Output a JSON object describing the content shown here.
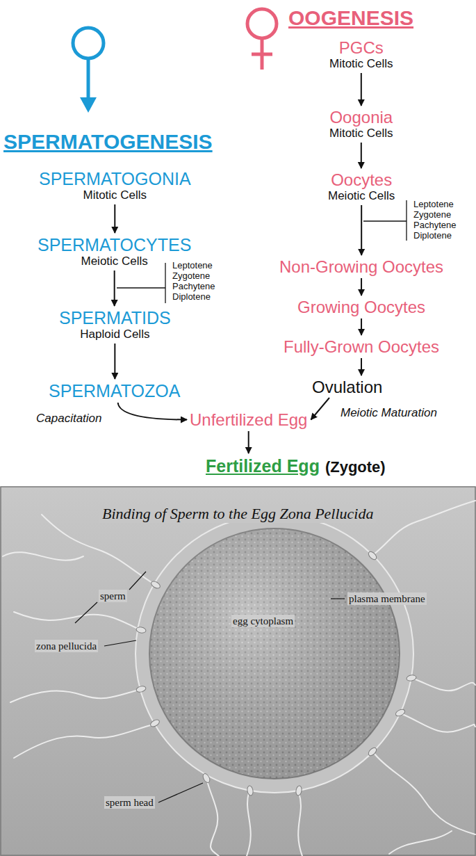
{
  "diagram": {
    "nodes": [
      {
        "text": [
          "SPERMATOGONIA",
          "Mitotic Cells"
        ]
      },
      {
        "text": [
          "SPERMATOCYTES",
          "Meiotic Cells"
        ]
      },
      {
        "text": [
          "SPERMATIDS",
          "Haploid Cells"
        ]
      },
      {
        "text": [
          "SPERMATOZOA"
        ]
      },
      {
        "text": [
          "PGCs",
          "Mitotic Cells"
        ]
      },
      {
        "text": [
          "Oogonia",
          "Mitotic Cells"
        ]
      },
      {
        "text": [
          "Oocytes",
          "Meiotic Cells"
        ]
      },
      {
        "text": [
          "Non-Growing Oocytes"
        ]
      },
      {
        "text": [
          "Growing Oocytes"
        ]
      },
      {
        "text": [
          "Fully-Grown Oocytes"
        ]
      },
      {
        "text": [
          "Ovulation"
        ]
      },
      {
        "text": [
          "Unfertilized Egg"
        ]
      },
      {
        "text": [
          "Fertilized Egg",
          "(Zygote)"
        ]
      }
    ],
    "edges": [
      {
        "from": 0,
        "to": 1,
        "arrow": "to"
      },
      {
        "from": 1,
        "to": 2,
        "arrow": "to"
      },
      {
        "from": 2,
        "to": 3,
        "arrow": "to"
      },
      {
        "from": 3,
        "to": 11,
        "label": "Capacitation",
        "arrow": "to"
      },
      {
        "from": 4,
        "to": 5,
        "arrow": "to"
      },
      {
        "from": 5,
        "to": 6,
        "arrow": "to"
      },
      {
        "from": 6,
        "to": 7,
        "arrow": "to"
      },
      {
        "from": 7,
        "to": 8,
        "arrow": "to"
      },
      {
        "from": 8,
        "to": 9,
        "arrow": "to"
      },
      {
        "from": 9,
        "to": 10,
        "arrow": "to"
      },
      {
        "from": 10,
        "to": 11,
        "label": "Meiotic Maturation",
        "arrow": "to"
      },
      {
        "from": 11,
        "to": 12,
        "arrow": "to"
      }
    ],
    "labels": [
      "SPERMATOGENESIS",
      "OOGENESIS",
      "Leptotene",
      "Zygotene",
      "Pachytene",
      "Diplotene",
      "Leptotene",
      "Zygotene",
      "Pachytene",
      "Diplotene",
      "Binding of Sperm to the Egg Zona Pellucida",
      "sperm",
      "plasma membrane",
      "egg cytoplasm",
      "zona pellucida",
      "sperm head"
    ]
  }
}
